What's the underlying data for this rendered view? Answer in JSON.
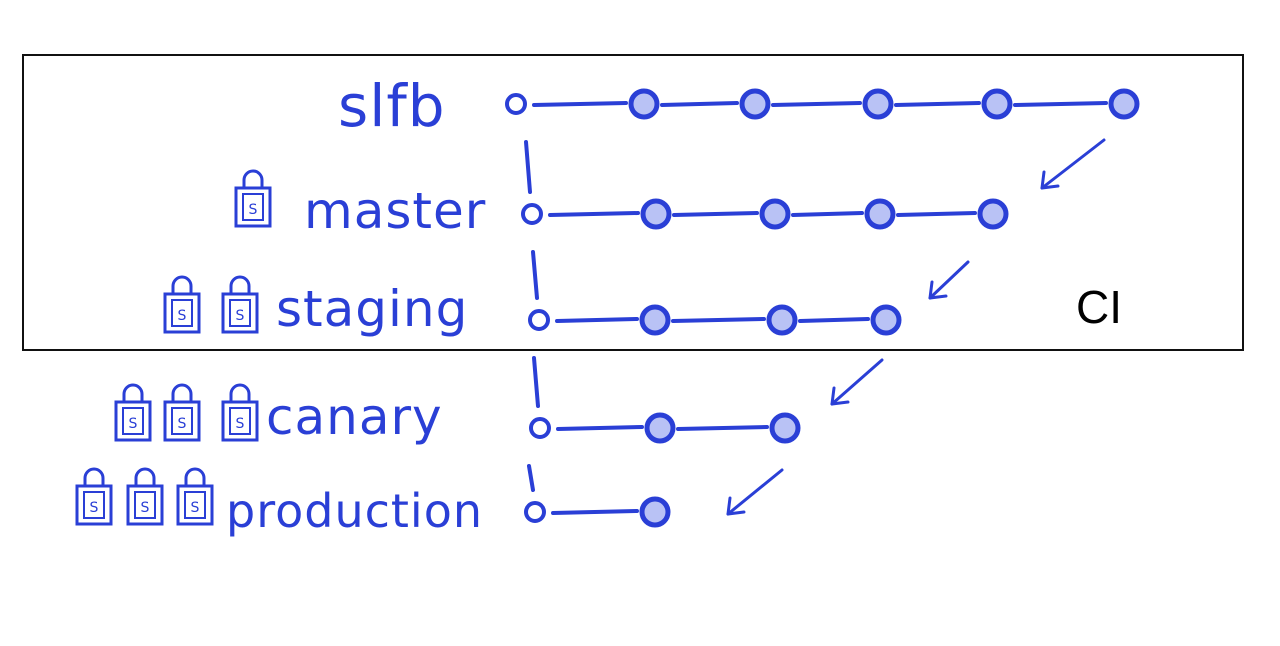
{
  "ci": {
    "label": "CI"
  },
  "colors": {
    "ink": "#2a3fd6",
    "box": "#111111"
  },
  "lock_icon": {
    "name": "padlock-icon",
    "glyph": "S"
  },
  "branches": [
    {
      "label": "slfb",
      "locks": 0,
      "commits": 6
    },
    {
      "label": "master",
      "locks": 1,
      "commits": 5
    },
    {
      "label": "staging",
      "locks": 2,
      "commits": 4
    },
    {
      "label": "canary",
      "locks": 3,
      "commits": 3
    },
    {
      "label": "production",
      "locks": 3,
      "commits": 2
    }
  ]
}
